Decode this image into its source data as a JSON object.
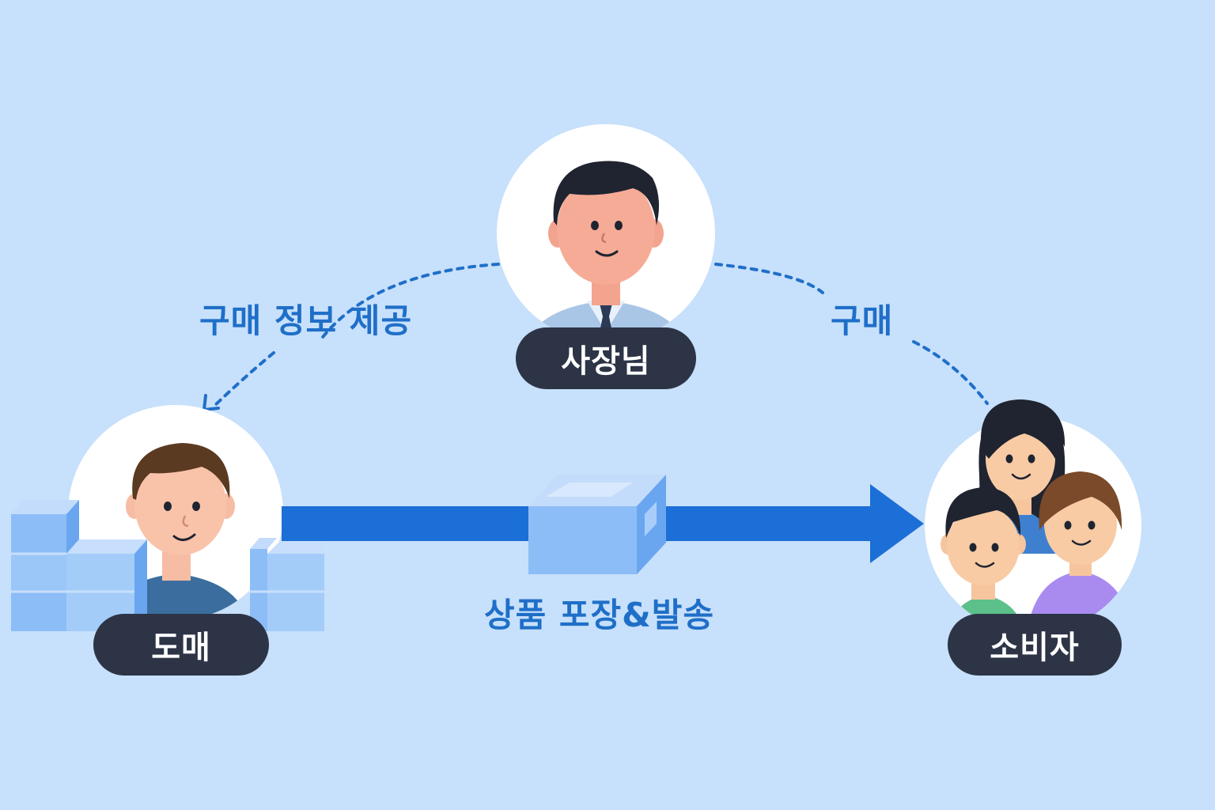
{
  "colors": {
    "background": "#c7e0fb",
    "label_text": "#1f6fc8",
    "pill_bg": "#2d3446",
    "arrow": "#1b6fd6",
    "box_light": "#a9cdfa",
    "box_mid": "#8dbdf6",
    "box_dark": "#6aa6f0"
  },
  "nodes": {
    "owner": {
      "label": "사장님",
      "icon": "businessman-icon"
    },
    "wholesale": {
      "label": "도매",
      "icon": "wholesaler-icon"
    },
    "consumer": {
      "label": "소비자",
      "icon": "family-icon"
    }
  },
  "edges": {
    "purchase_info": {
      "label": "구매 정보 제공",
      "icon": "dotted-arrow-icon"
    },
    "purchase": {
      "label": "구매",
      "icon": "dotted-line-icon"
    },
    "shipping": {
      "label": "상품 포장&발송",
      "icon": "package-box-icon"
    }
  }
}
